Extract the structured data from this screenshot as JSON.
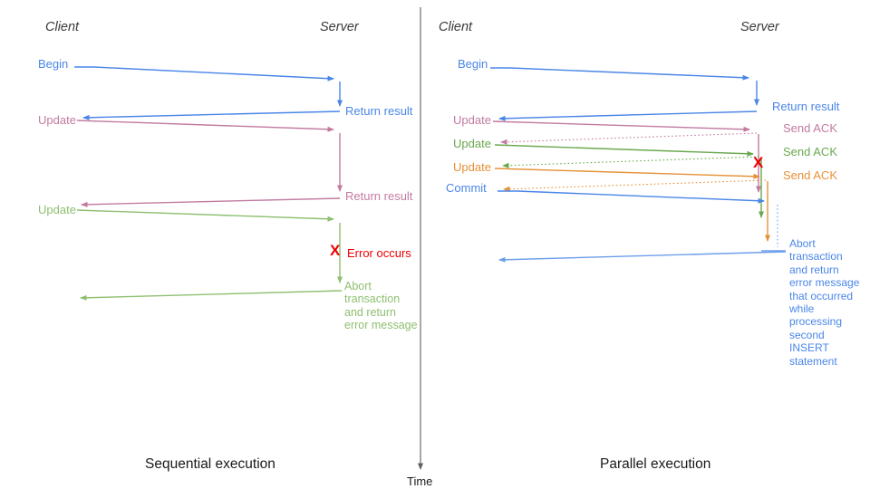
{
  "palette": {
    "blue": "#4a86e8",
    "blue_light": "#6d9eeb",
    "pink": "#c27ba0",
    "green_left": "#8fbf70",
    "green_right": "#6aa84f",
    "orange": "#e69138",
    "red": "#ee0000",
    "ink": "#1a1a1a",
    "header": "#3a3a3a",
    "gray": "#5f5f5f"
  },
  "left": {
    "client_header": "Client",
    "server_header": "Server",
    "caption": "Sequential execution",
    "labels": {
      "begin": "Begin",
      "return_result_1": "Return result",
      "update_1": "Update",
      "return_result_2": "Return result",
      "update_2": "Update",
      "error_mark": "X",
      "error": "Error occurs",
      "abort": "Abort\ntransaction\nand return\nerror message"
    }
  },
  "right": {
    "client_header": "Client",
    "server_header": "Server",
    "caption": "Parallel execution",
    "labels": {
      "begin": "Begin",
      "return_result": "Return result",
      "update_1": "Update",
      "send_ack_1": "Send ACK",
      "update_2": "Update",
      "send_ack_2": "Send ACK",
      "update_3": "Update",
      "send_ack_3": "Send ACK",
      "commit": "Commit",
      "error_mark": "X",
      "abort": "Abort\ntransaction\nand return\nerror message\nthat occurred\nwhile\nprocessing\nsecond\nINSERT\nstatement"
    }
  },
  "time_axis": {
    "label": "Time"
  }
}
